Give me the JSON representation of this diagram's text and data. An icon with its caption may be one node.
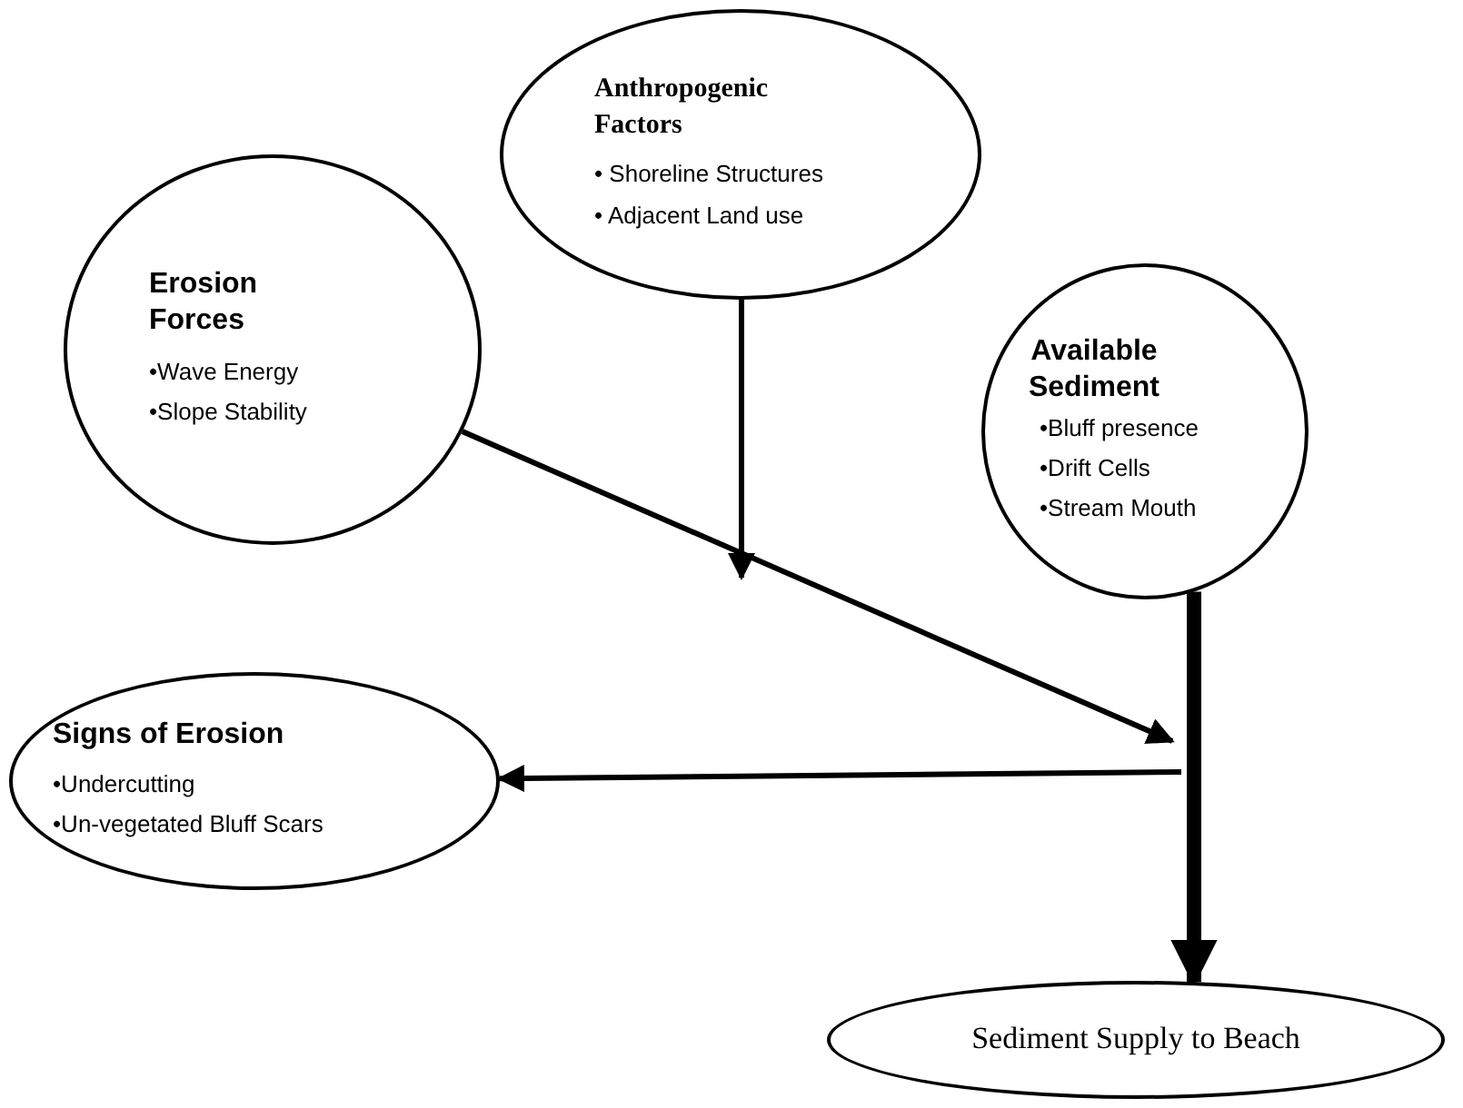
{
  "diagram": {
    "nodes": [
      {
        "text": [
          "Anthropogenic Factors",
          "• Shoreline Structures",
          "• Adjacent Land use"
        ]
      },
      {
        "text": [
          "Erosion Forces",
          "•Wave Energy",
          "•Slope Stability"
        ]
      },
      {
        "text": [
          "Available Sediment",
          "•Bluff presence",
          "•Drift Cells",
          "•Stream Mouth"
        ]
      },
      {
        "text": [
          "Signs of Erosion",
          "•Undercutting",
          "•Un-vegetated Bluff Scars"
        ]
      },
      {
        "text": [
          "Sediment Supply to Beach"
        ]
      }
    ],
    "edges": [
      {
        "from": 0,
        "to": null,
        "arrow": "to"
      },
      {
        "from": 1,
        "to": null,
        "arrow": "to"
      },
      {
        "from": 2,
        "to": 4,
        "arrow": "to",
        "style": "thick"
      },
      {
        "from": null,
        "to": 3,
        "arrow": "to"
      }
    ]
  }
}
